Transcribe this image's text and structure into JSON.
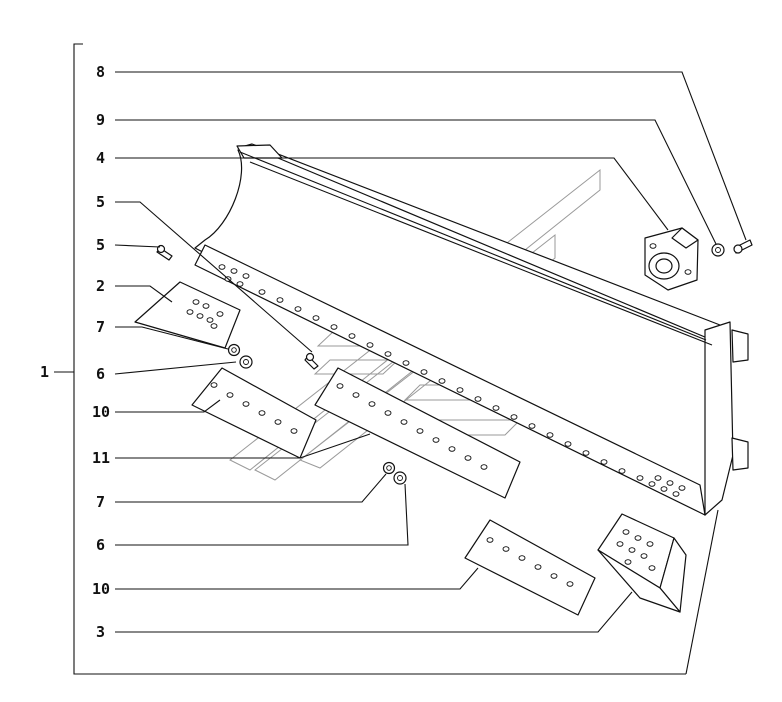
{
  "labels": {
    "l1": "1",
    "l2": "2",
    "l3": "3",
    "l4": "4",
    "l5a": "5",
    "l5b": "5",
    "l6a": "6",
    "l6b": "6",
    "l7a": "7",
    "l7b": "7",
    "l8": "8",
    "l9": "9",
    "l10a": "10",
    "l10b": "10",
    "l11": "11"
  },
  "colors": {
    "line": "#111111",
    "watermark": "#9a9a9a",
    "background": "#ffffff"
  }
}
